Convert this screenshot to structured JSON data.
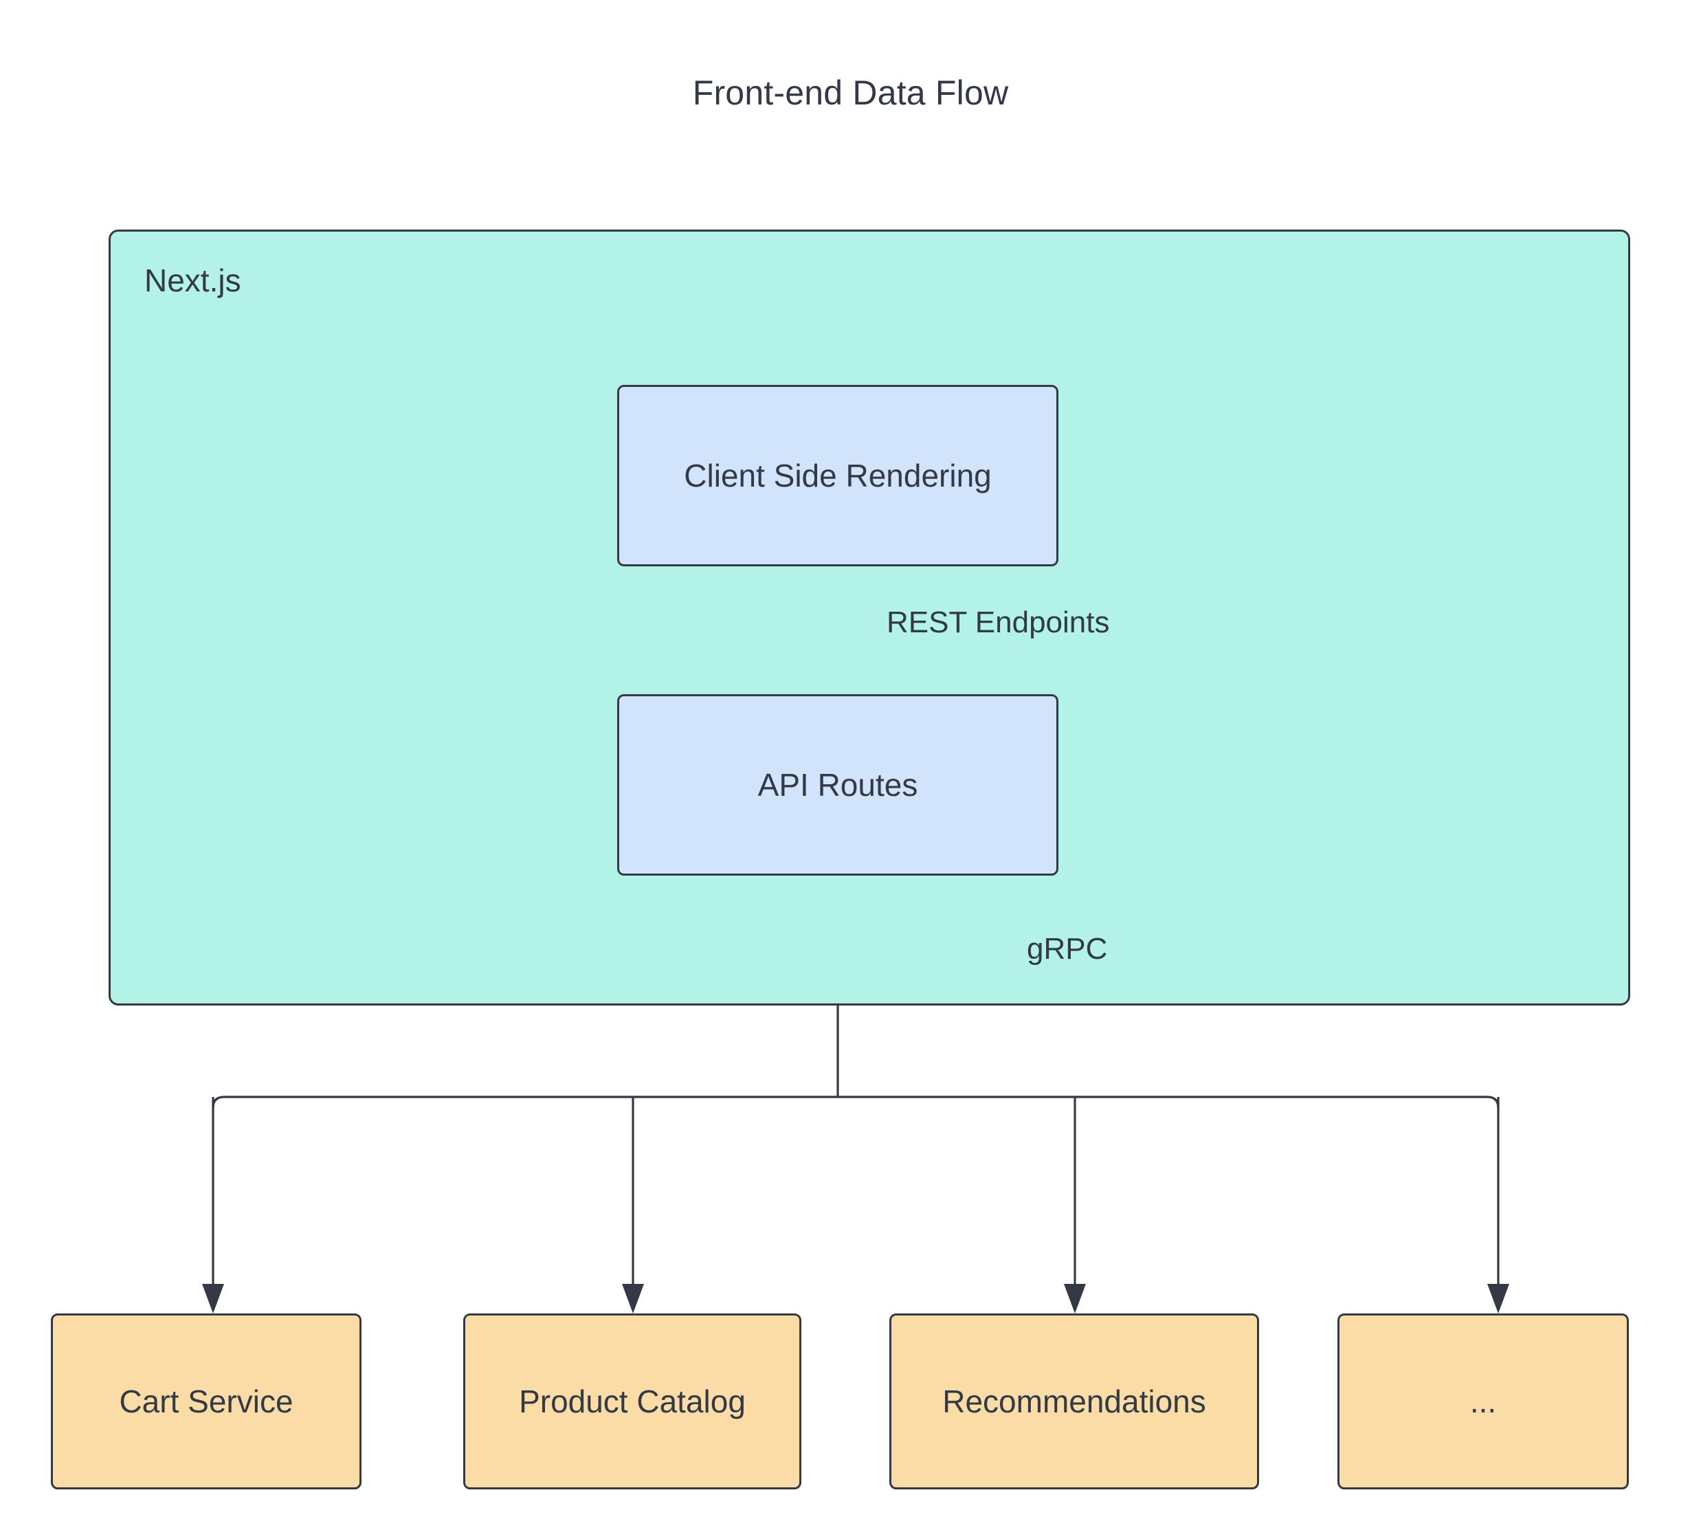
{
  "diagram": {
    "title": "Front-end Data Flow",
    "type": "flowchart",
    "direction": "top-down",
    "background": "#ffffff",
    "text_color": "#333a45",
    "border_color": "#333a45"
  },
  "subgraph": {
    "label": "Next.js",
    "fill": "#b3f2e6",
    "border": "#333a45"
  },
  "nodes": [
    {
      "id": "csr",
      "label": "Client Side Rendering",
      "group": "Next.js",
      "fill": "#d2e3fc",
      "shape": "rounded-rect"
    },
    {
      "id": "api",
      "label": "API Routes",
      "group": "Next.js",
      "fill": "#d2e3fc",
      "shape": "rounded-rect"
    },
    {
      "id": "cart",
      "label": "Cart Service",
      "group": "services",
      "fill": "#fbdca7",
      "shape": "rounded-rect"
    },
    {
      "id": "catalog",
      "label": "Product Catalog",
      "group": "services",
      "fill": "#fbdca7",
      "shape": "rounded-rect"
    },
    {
      "id": "recs",
      "label": "Recommendations",
      "group": "services",
      "fill": "#fbdca7",
      "shape": "rounded-rect"
    },
    {
      "id": "more",
      "label": "...",
      "group": "services",
      "fill": "#fbdca7",
      "shape": "rounded-rect"
    }
  ],
  "edges": [
    {
      "from": "csr",
      "to": "api",
      "label": "REST Endpoints",
      "arrow": "single"
    },
    {
      "from": "api",
      "to": "cart",
      "label": "gRPC",
      "arrow": "single"
    },
    {
      "from": "api",
      "to": "catalog",
      "label": "",
      "arrow": "single"
    },
    {
      "from": "api",
      "to": "recs",
      "label": "",
      "arrow": "single"
    },
    {
      "from": "api",
      "to": "more",
      "label": "",
      "arrow": "single"
    }
  ],
  "edge_labels": {
    "rest": "REST Endpoints",
    "grpc": "gRPC"
  }
}
